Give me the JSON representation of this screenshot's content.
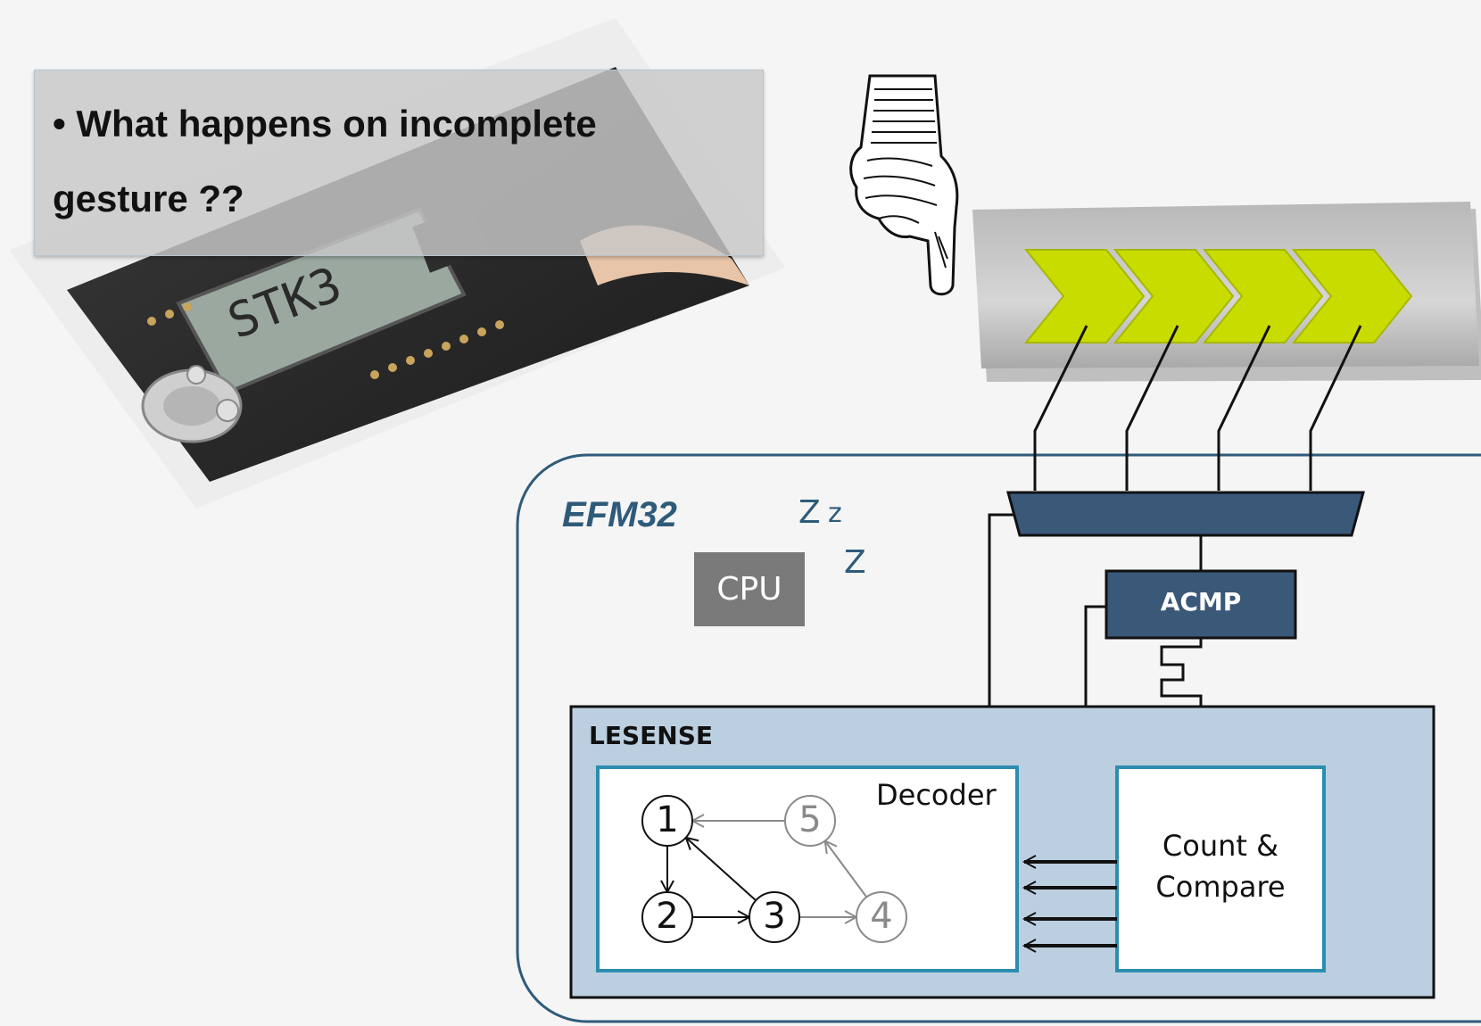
{
  "question": {
    "bullet": "•",
    "line1": "What happens on incomplete",
    "line2": "gesture ??"
  },
  "chip_label": "EFM32",
  "sleep_text": {
    "z1": "Z",
    "z2": "z",
    "z3": "Z"
  },
  "cpu_label": "CPU",
  "acmp_label": "ACMP",
  "lesense_label": "LESENSE",
  "decoder_label": "Decoder",
  "count_compare": {
    "line1": "Count &",
    "line2": "Compare"
  },
  "states": [
    {
      "label": "1",
      "active": true
    },
    {
      "label": "2",
      "active": true
    },
    {
      "label": "3",
      "active": true
    },
    {
      "label": "4",
      "active": false
    },
    {
      "label": "5",
      "active": false
    }
  ],
  "colors": {
    "chip_outline": "#2f5b7a",
    "mux_fill": "#3a5878",
    "acmp_fill": "#3a5878",
    "lesense_fill": "#bccfe0",
    "inner_border": "#2b8db0",
    "arrow_fill": "#c8dc00",
    "active_state": "#111111",
    "inactive_state": "#8a8a8a",
    "cpu_fill": "#7a7a7a"
  },
  "icons": [
    "pointing-hand-icon",
    "board-photo",
    "touch-slider",
    "chevron-arrow-icon"
  ]
}
